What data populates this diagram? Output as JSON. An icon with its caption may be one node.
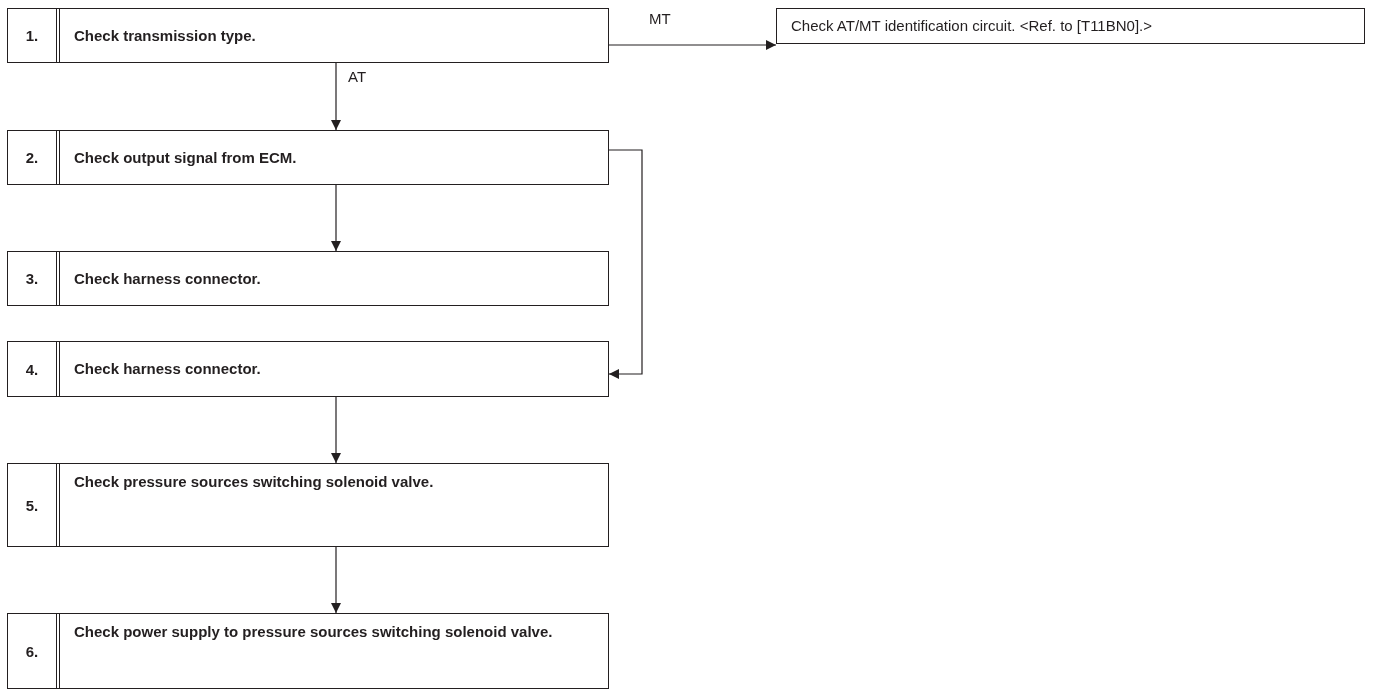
{
  "diagram": {
    "nodes": [
      {
        "text": [
          "1.",
          "Check transmission type."
        ]
      },
      {
        "text": [
          "Check AT/MT identification circuit. <Ref. to [T11BN0].>"
        ]
      },
      {
        "text": [
          "2.",
          "Check output signal from ECM."
        ]
      },
      {
        "text": [
          "3.",
          "Check harness connector."
        ]
      },
      {
        "text": [
          "4.",
          "Check harness connector."
        ]
      },
      {
        "text": [
          "5.",
          "Check pressure sources switching solenoid valve."
        ]
      },
      {
        "text": [
          "6.",
          "Check power supply to pressure sources switching solenoid valve."
        ]
      }
    ],
    "edges": [
      {
        "from": 0,
        "to": 1,
        "arrow": "to",
        "label": "MT"
      },
      {
        "from": 0,
        "to": 2,
        "arrow": "to",
        "label": "AT"
      },
      {
        "from": 2,
        "to": 3,
        "arrow": "to"
      },
      {
        "from": 2,
        "to": 4,
        "arrow": "to"
      },
      {
        "from": 4,
        "to": 5,
        "arrow": "to"
      },
      {
        "from": 5,
        "to": 6,
        "arrow": "to"
      }
    ]
  }
}
